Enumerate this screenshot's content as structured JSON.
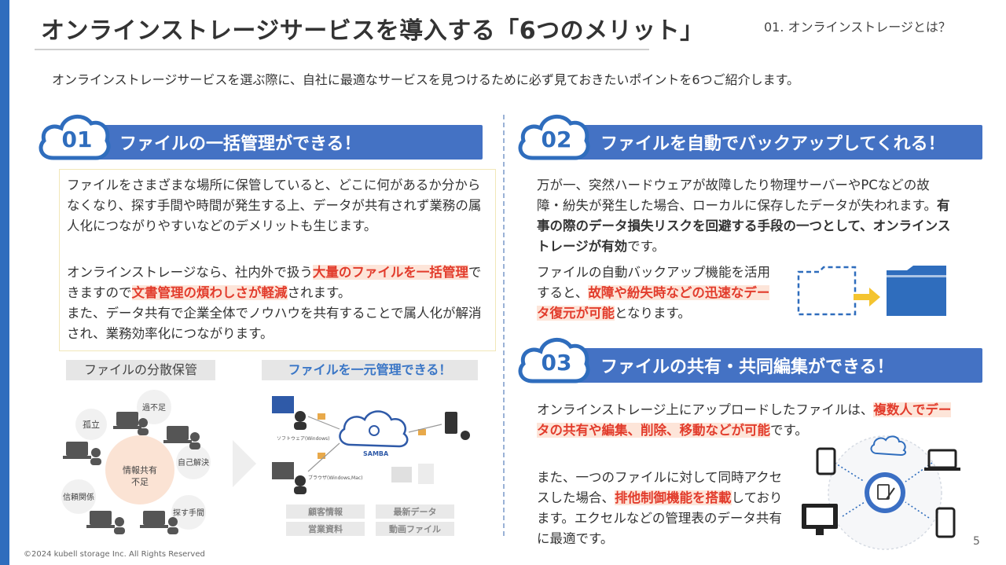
{
  "header": {
    "title": "オンラインストレージサービスを導入する「6つのメリット」",
    "chapter": "01. オンラインストレージとは？",
    "intro": "オンラインストレージサービスを選ぶ際に、自社に最適なサービスを見つけるために必ず見ておきたいポイントを6つご紹介します。"
  },
  "section1": {
    "num": "01",
    "label": "ファイルの一括管理ができる！",
    "p1": "ファイルをさまざまな場所に保管していると、どこに何があるか分からなくなり、探す手間や時間が発生する上、データが共有されず業務の属人化につながりやすいなどのデメリットも生じます。",
    "p2a": "オンラインストレージなら、社内外で扱う",
    "p2b": "大量のファイルを一括管理",
    "p2c": "できますので",
    "p2d": "文書管理の煩わしさが軽減",
    "p2e": "されます。",
    "p3": "また、データ共有で企業全体でノウハウを共有することで属人化が解消され、業務効率化につながります。",
    "illus_left_label": "ファイルの分散保管",
    "illus_right_label": "ファイルを一元管理できる！",
    "scatter_center": [
      "情報共有",
      "不足"
    ],
    "scatter_tags": [
      "孤立",
      "過不足",
      "自己解決",
      "探す手間",
      "信頼関係"
    ],
    "unified_labels": {
      "software": "ソフトウェア(Windows)",
      "browser": "ブラウザ(Windows,Mac)",
      "brand": "SAMBA"
    },
    "unified_tiles": [
      "顧客情報",
      "最新データ",
      "営業資料",
      "動画ファイル"
    ]
  },
  "section2": {
    "num": "02",
    "label": "ファイルを自動でバックアップしてくれる！",
    "p1a": "万が一、突然ハードウェアが故障したり物理サーバーやPCなどの故障・紛失が発生した場合、ローカルに保存したデータが失われます。",
    "p1b": "有事の際のデータ損失リスクを回避する手段の一つとして、オンラインストレージが有効",
    "p1c": "です。",
    "p2a": "ファイルの自動バックアップ機能を活用すると、",
    "p2b": "故障や紛失時などの迅速なデータ復元が可能",
    "p2c": "となります。"
  },
  "section3": {
    "num": "03",
    "label": "ファイルの共有・共同編集ができる！",
    "p1a": "オンラインストレージ上にアップロードしたファイルは、",
    "p1b": "複数人でデータの共有や編集、削除、移動などが可能",
    "p1c": "です。",
    "p2a": "また、一つのファイルに対して同時アクセスした場合、",
    "p2b": "排他制御機能を搭載",
    "p2c": "しております。エクセルなどの管理表のデータ共有に最適です。"
  },
  "footer": {
    "copyright": "©2024 kubell storage Inc. All Rights Reserved",
    "page": "5"
  },
  "colors": {
    "accent": "#4472c4",
    "leftbar": "#2f6dbd",
    "highlight_text": "#e23c2c",
    "highlight_bg": "#fde5d9"
  }
}
